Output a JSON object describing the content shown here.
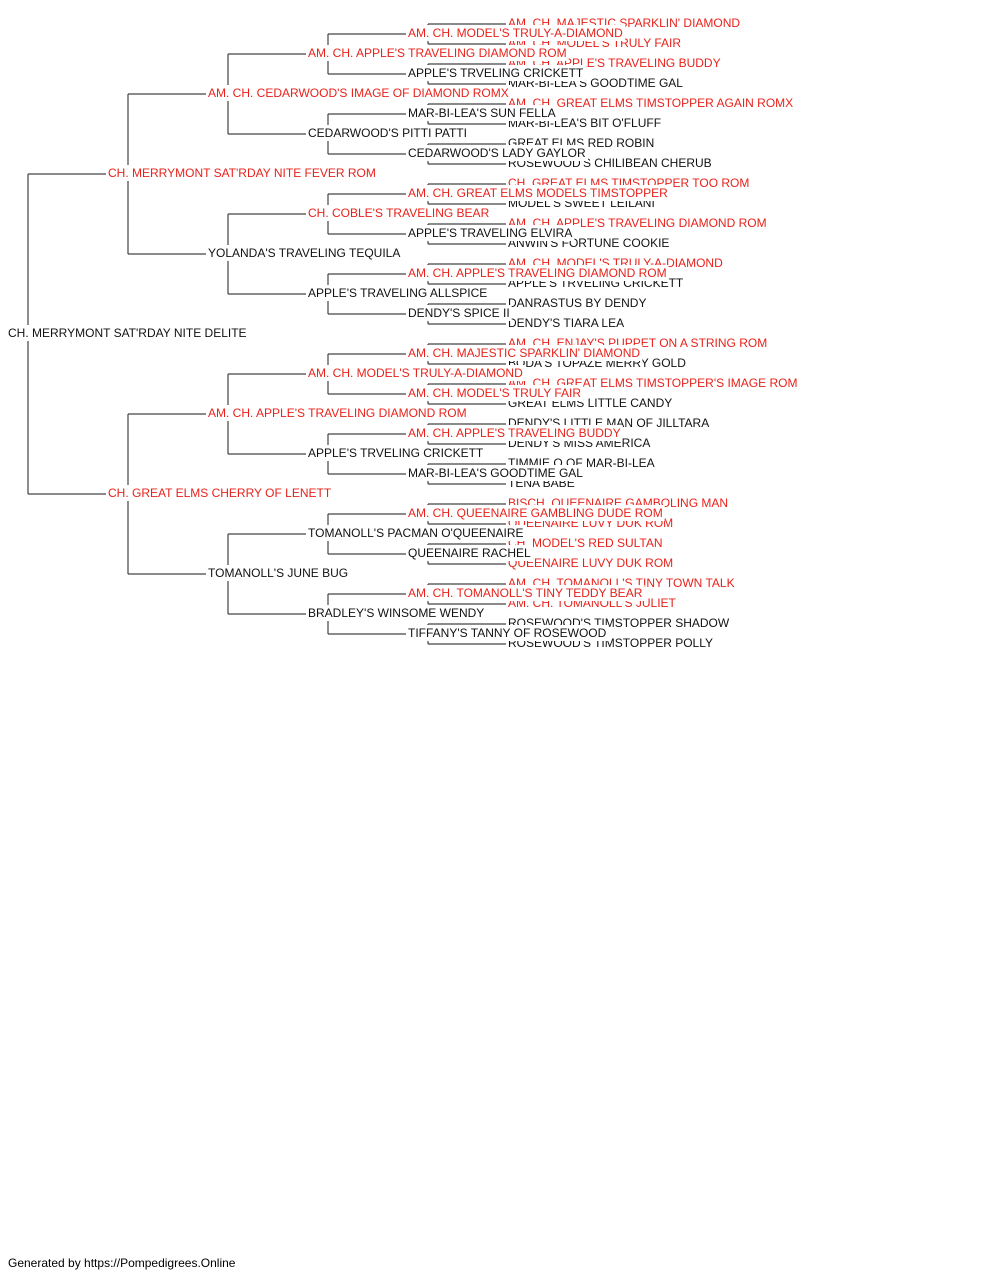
{
  "colors": {
    "champion": "#e8221b",
    "regular": "#111111",
    "line": "#444444"
  },
  "footer": {
    "text": "Generated by https://Pompedigrees.Online"
  },
  "pedigree": {
    "name": "CH. MERRYMONT SAT'RDAY NITE DELITE",
    "champion": false,
    "sire": {
      "name": "CH. MERRYMONT SAT'RDAY NITE FEVER ROM",
      "champion": true,
      "sire": {
        "name": "AM. CH. CEDARWOOD'S IMAGE OF DIAMOND ROMX",
        "champion": true,
        "sire": {
          "name": "AM. CH. APPLE'S TRAVELING DIAMOND ROM",
          "champion": true,
          "sire": {
            "name": "AM. CH. MODEL'S TRULY-A-DIAMOND",
            "champion": true,
            "sire": {
              "name": "AM. CH. MAJESTIC SPARKLIN' DIAMOND",
              "champion": true
            },
            "dam": {
              "name": "AM. CH. MODEL'S TRULY FAIR",
              "champion": true
            }
          },
          "dam": {
            "name": "APPLE'S TRVELING CRICKETT",
            "champion": false,
            "sire": {
              "name": "AM. CH. APPLE'S TRAVELING BUDDY",
              "champion": true
            },
            "dam": {
              "name": "MAR-BI-LEA'S GOODTIME GAL",
              "champion": false
            }
          }
        },
        "dam": {
          "name": "CEDARWOOD'S PITTI PATTI",
          "champion": false,
          "sire": {
            "name": "MAR-BI-LEA'S SUN FELLA",
            "champion": false,
            "sire": {
              "name": "AM. CH. GREAT ELMS TIMSTOPPER AGAIN ROMX",
              "champion": true
            },
            "dam": {
              "name": "MAR-BI-LEA'S BIT O'FLUFF",
              "champion": false
            }
          },
          "dam": {
            "name": "CEDARWOOD'S LADY GAYLOR",
            "champion": false,
            "sire": {
              "name": "GREAT ELMS RED ROBIN",
              "champion": false
            },
            "dam": {
              "name": "ROSEWOOD'S CHILIBEAN CHERUB",
              "champion": false
            }
          }
        }
      },
      "dam": {
        "name": "YOLANDA'S TRAVELING TEQUILA",
        "champion": false,
        "sire": {
          "name": "CH. COBLE'S TRAVELING BEAR",
          "champion": true,
          "sire": {
            "name": "AM. CH. GREAT ELMS MODELS TIMSTOPPER",
            "champion": true,
            "sire": {
              "name": "CH. GREAT ELMS TIMSTOPPER TOO ROM",
              "champion": true
            },
            "dam": {
              "name": "MODEL'S SWEET LEILANI",
              "champion": false
            }
          },
          "dam": {
            "name": "APPLE'S TRAVELING ELVIRA",
            "champion": false,
            "sire": {
              "name": "AM. CH. APPLE'S TRAVELING DIAMOND ROM",
              "champion": true
            },
            "dam": {
              "name": "ANWIN'S FORTUNE COOKIE",
              "champion": false
            }
          }
        },
        "dam": {
          "name": "APPLE'S TRAVELING ALLSPICE",
          "champion": false,
          "sire": {
            "name": "AM. CH. APPLE'S TRAVELING DIAMOND ROM",
            "champion": true,
            "sire": {
              "name": "AM. CH. MODEL'S TRULY-A-DIAMOND",
              "champion": true
            },
            "dam": {
              "name": "APPLE'S TRVELING CRICKETT",
              "champion": false
            }
          },
          "dam": {
            "name": "DENDY'S SPICE II",
            "champion": false,
            "sire": {
              "name": "DANRASTUS BY DENDY",
              "champion": false
            },
            "dam": {
              "name": "DENDY'S TIARA LEA",
              "champion": false
            }
          }
        }
      }
    },
    "dam": {
      "name": "CH. GREAT ELMS CHERRY OF LENETT",
      "champion": true,
      "sire": {
        "name": "AM. CH. APPLE'S TRAVELING DIAMOND ROM",
        "champion": true,
        "sire": {
          "name": "AM. CH. MODEL'S TRULY-A-DIAMOND",
          "champion": true,
          "sire": {
            "name": "AM. CH. MAJESTIC SPARKLIN' DIAMOND",
            "champion": true,
            "sire": {
              "name": "AM. CH. ENJAY'S PUPPET ON A STRING ROM",
              "champion": true
            },
            "dam": {
              "name": "BODA'S TOPAZE MERRY GOLD",
              "champion": false
            }
          },
          "dam": {
            "name": "AM. CH. MODEL'S TRULY FAIR",
            "champion": true,
            "sire": {
              "name": "AM. CH. GREAT ELMS TIMSTOPPER'S IMAGE ROM",
              "champion": true
            },
            "dam": {
              "name": "GREAT ELMS LITTLE CANDY",
              "champion": false
            }
          }
        },
        "dam": {
          "name": "APPLE'S TRVELING CRICKETT",
          "champion": false,
          "sire": {
            "name": "AM. CH. APPLE'S TRAVELING BUDDY",
            "champion": true,
            "sire": {
              "name": "DENDY'S LITTLE MAN OF JILLTARA",
              "champion": false
            },
            "dam": {
              "name": "DENDY'S MISS AMERICA",
              "champion": false
            }
          },
          "dam": {
            "name": "MAR-BI-LEA'S GOODTIME GAL",
            "champion": false,
            "sire": {
              "name": "TIMMIE O OF MAR-BI-LEA",
              "champion": false
            },
            "dam": {
              "name": "TENA BABE",
              "champion": false
            }
          }
        }
      },
      "dam": {
        "name": "TOMANOLL'S JUNE BUG",
        "champion": false,
        "sire": {
          "name": "TOMANOLL'S PACMAN O'QUEENAIRE",
          "champion": false,
          "sire": {
            "name": "AM. CH. QUEENAIRE GAMBLING DUDE ROM",
            "champion": true,
            "sire": {
              "name": "BISCH. QUEENAIRE GAMBOLING MAN",
              "champion": true
            },
            "dam": {
              "name": "QUEENAIRE LUVY DUK ROM",
              "champion": true
            }
          },
          "dam": {
            "name": "QUEENAIRE RACHEL",
            "champion": false,
            "sire": {
              "name": "CH. MODEL'S RED SULTAN",
              "champion": true
            },
            "dam": {
              "name": "QUEENAIRE LUVY DUK ROM",
              "champion": true
            }
          }
        },
        "dam": {
          "name": "BRADLEY'S WINSOME WENDY",
          "champion": false,
          "sire": {
            "name": "AM. CH. TOMANOLL'S TINY TEDDY BEAR",
            "champion": true,
            "sire": {
              "name": "AM. CH. TOMANOLL'S TINY TOWN TALK",
              "champion": true
            },
            "dam": {
              "name": "AM. CH. TOMANOLL'S JULIET",
              "champion": true
            }
          },
          "dam": {
            "name": "TIFFANY'S TANNY OF ROSEWOOD",
            "champion": false,
            "sire": {
              "name": "ROSEWOOD'S TIMSTOPPER SHADOW",
              "champion": false
            },
            "dam": {
              "name": "ROSEWOOD'S TIMSTOPPER POLLY",
              "champion": false
            }
          }
        }
      }
    }
  }
}
